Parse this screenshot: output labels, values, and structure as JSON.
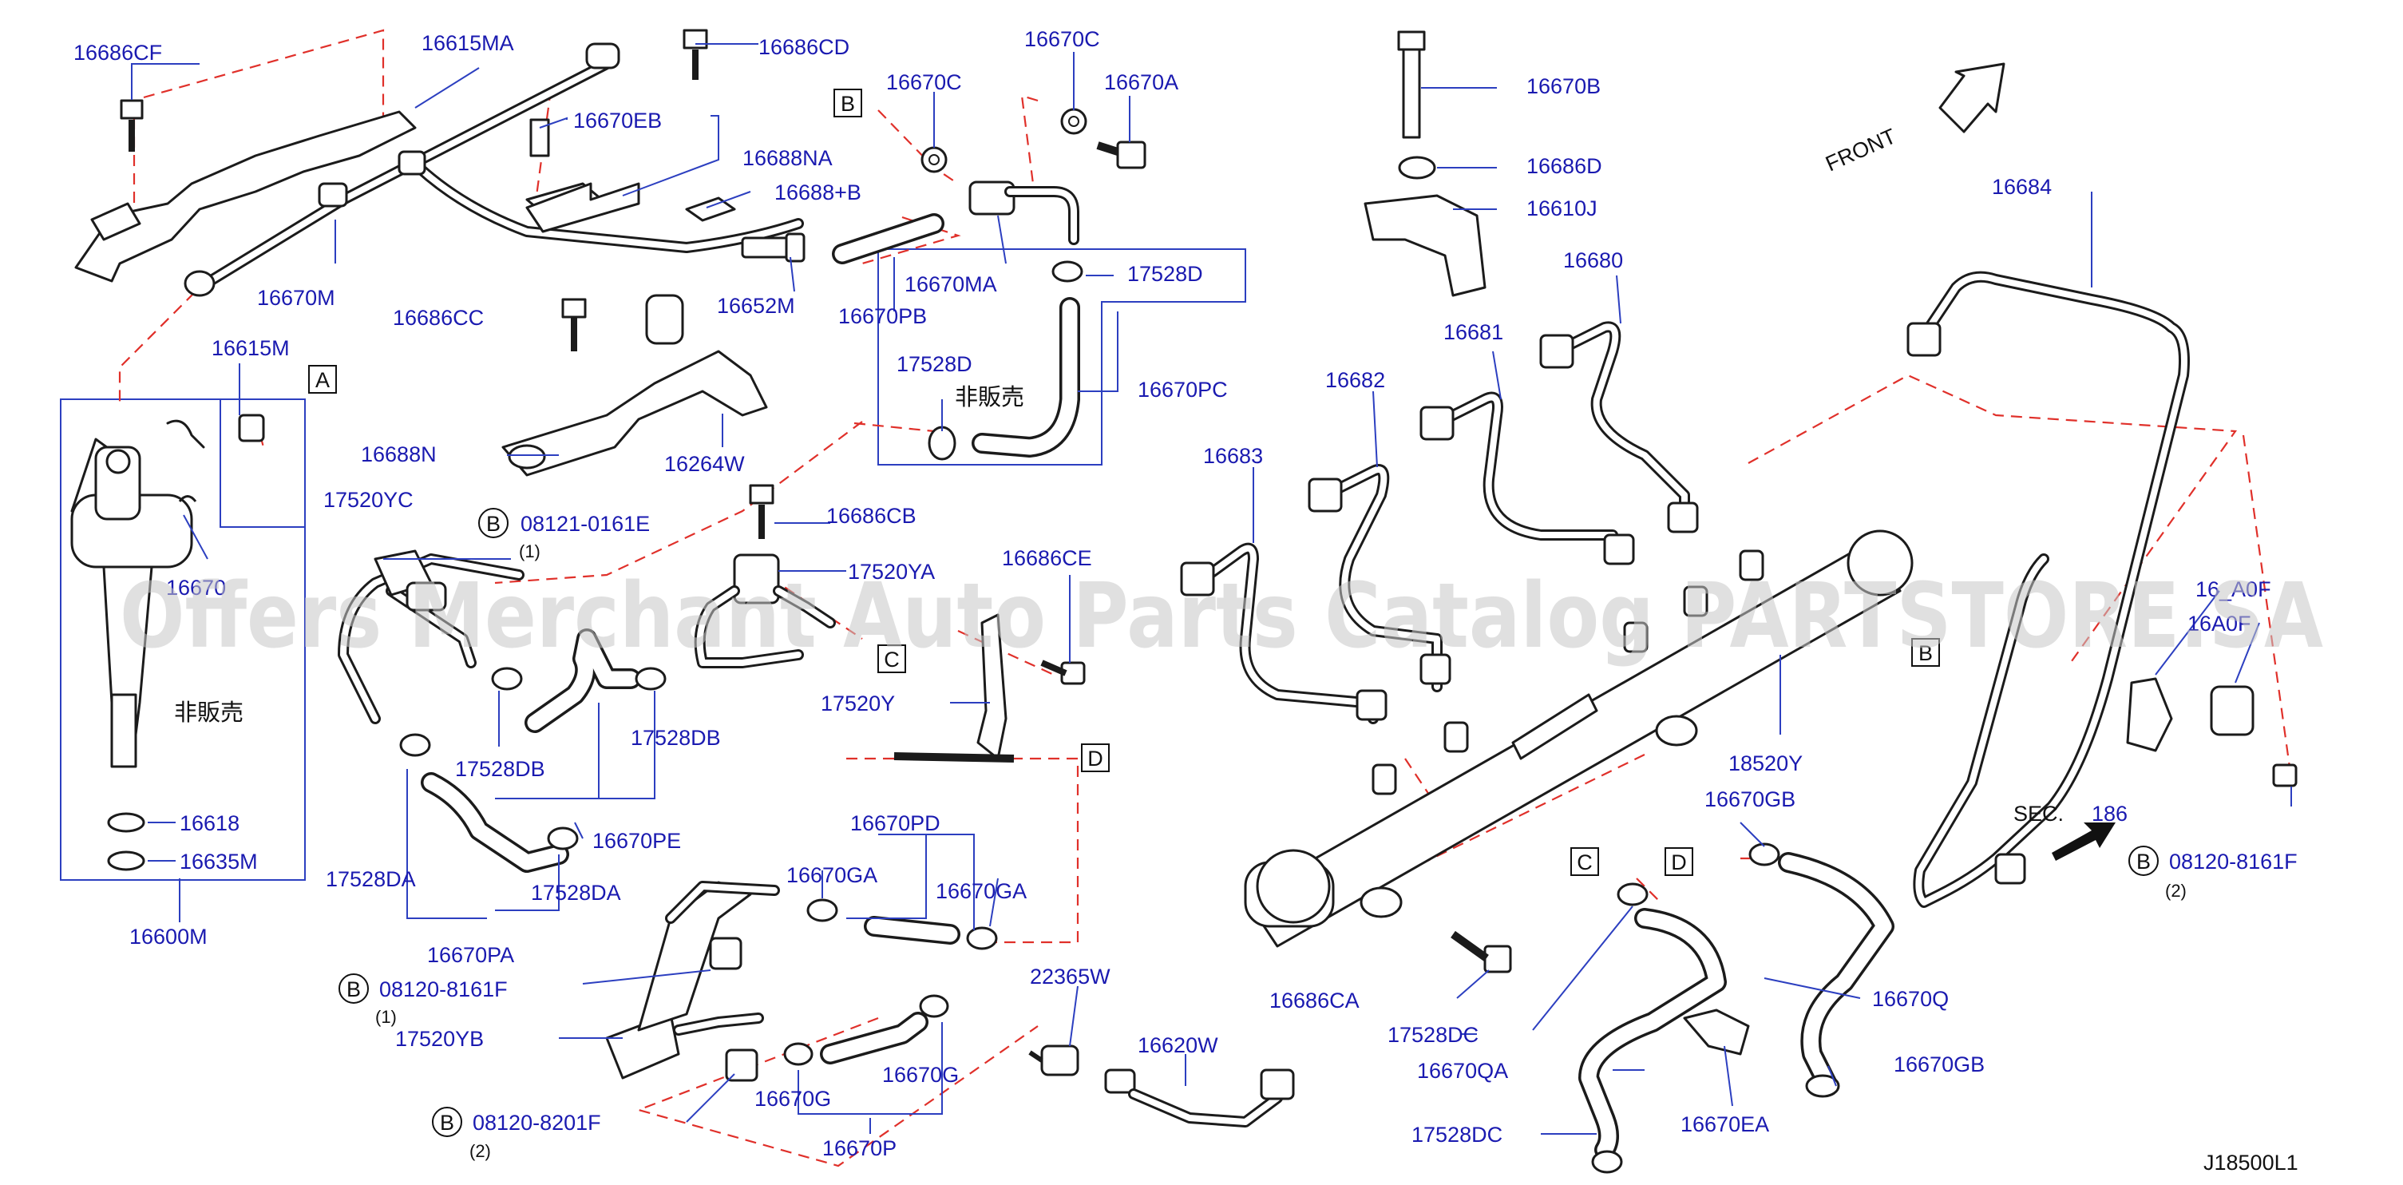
{
  "diagram": {
    "orientation": "FRONT",
    "sec_label": "SEC.",
    "sec_number": "186",
    "code": "J18500L1",
    "watermark": "Offers Merchant Auto Parts Catalog PARTSTORE.SA",
    "not_for_sale": "非販売",
    "view_letters": [
      "A",
      "B",
      "C",
      "D"
    ],
    "bolt_prefix": "B",
    "labels": {
      "p16686CF": "16686CF",
      "p16615MA": "16615MA",
      "p16686CD": "16686CD",
      "p16670EB": "16670EB",
      "p16688NA": "16688NA",
      "p16688B": "16688+B",
      "p16670M": "16670M",
      "p16686CC": "16686CC",
      "p16652M": "16652M",
      "p16615M": "16615M",
      "p16688N": "16688N",
      "p16264W": "16264W",
      "p16670C_1": "16670C",
      "p16670C_2": "16670C",
      "p16670A": "16670A",
      "p16670MA": "16670MA",
      "p16670PB": "16670PB",
      "p17528D_1": "17528D",
      "p17528D_2": "17528D",
      "p16670PC": "16670PC",
      "p16670B": "16670B",
      "p16686D": "16686D",
      "p16610J": "16610J",
      "p16684": "16684",
      "p16680": "16680",
      "p16681": "16681",
      "p16682": "16682",
      "p16683": "16683",
      "p16670_trunc": "16670",
      "p17520YC": "17520YC",
      "p08121": "08121-0161E",
      "p08121q": "(1)",
      "p16686CB": "16686CB",
      "p17520YA": "17520YA",
      "p16686CE": "16686CE",
      "p17520Y": "17520Y",
      "p17528DB_1": "17528DB",
      "p17528DB_2": "17528DB",
      "p16670PE": "16670PE",
      "p16618": "16618",
      "p16635M": "16635M",
      "p16600M": "16600M",
      "p17528DA_1": "17528DA",
      "p17528DA_2": "17528DA",
      "p16670PA": "16670PA",
      "p16670PD": "16670PD",
      "p16670GA_1": "16670GA",
      "p16670GA_2": "16670GA",
      "p08120a": "08120-8161F",
      "p08120aq": "(1)",
      "p17520YB": "17520YB",
      "p16670G_1": "16670G",
      "p16670G_2": "16670G",
      "p08120b": "08120-8201F",
      "p08120bq": "(2)",
      "p16670P": "16670P",
      "p22365W": "22365W",
      "p16620W": "16620W",
      "p18520Y": "18520Y",
      "p16686CA": "16686CA",
      "p17528DC_1": "17528DC",
      "p17528DC_2": "17528DC",
      "p16670GB_1": "16670GB",
      "p16670GB_2": "16670GB",
      "p16670Q": "16670Q",
      "p16670QA": "16670QA",
      "p16670EA": "16670EA",
      "p08120c": "08120-8161F",
      "p08120cq": "(2)",
      "p16_A0F": "16_A0F",
      "p16A0F": "16A0F"
    }
  }
}
